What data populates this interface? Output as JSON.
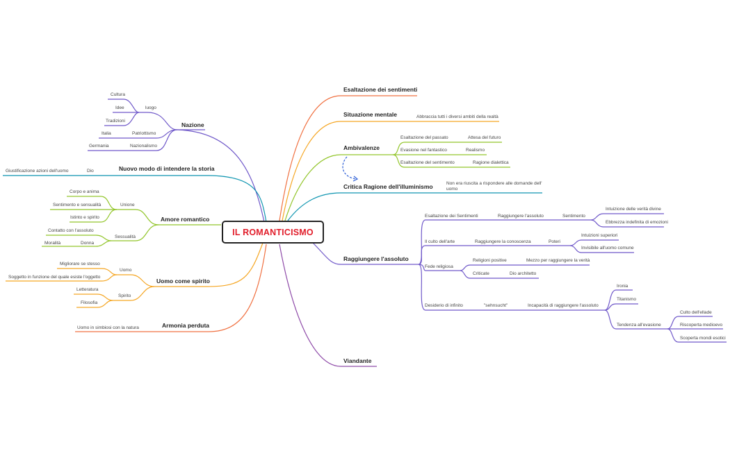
{
  "root": "IL ROMANTICISMO",
  "left": {
    "nazione": {
      "label": "Nazione",
      "luogo": "luogo",
      "cultura": "Cultura",
      "idee": "Idee",
      "tradizioni": "Tradizioni",
      "patriottismo": "Patriottismo",
      "italia": "Italia",
      "nazionalismo": "Nazionalismo",
      "germania": "Germania"
    },
    "storia": {
      "label": "Nuovo modo di intendere la storia",
      "dio": "Dio",
      "giustificazione": "Giustificazione azioni dell'uomo"
    },
    "amore": {
      "label": "Amore romantico",
      "unione": "Unione",
      "corpo": "Corpo e anima",
      "sentimento": "Sentimento e sensualità",
      "istinto": "Istinto e spirito",
      "sessualita": "Sessualità",
      "contatto": "Contatto con l'assoluto",
      "donna": "Donna",
      "moralita": "Moralità"
    },
    "uomo_spirito": {
      "label": "Uomo come spirito",
      "uomo": "Uomo",
      "migliorare": "Migliorare se stesso",
      "soggetto": "Soggetto in funzione del quale esiste l'oggetto",
      "spirito": "Spirito",
      "letteratura": "Letteratura",
      "filosofia": "Filosofia"
    },
    "armonia": {
      "label": "Armonia perduta",
      "simbiosi": "Uomo in simbiosi con la natura"
    }
  },
  "right": {
    "esaltazione": {
      "label": "Esaltazione dei sentimenti"
    },
    "situazione": {
      "label": "Situazione mentale",
      "abbraccia": "Abbraccia tutti i diversi ambiti della realtà"
    },
    "ambivalenze": {
      "label": "Ambivalenze",
      "passato": "Esaltazione del passato",
      "attesa": "Attesa del futuro",
      "evasione": "Evasione nel fantastico",
      "realismo": "Realismo",
      "esalt_sent": "Esaltazione del sentimento",
      "ragione_dial": "Ragione dialettica"
    },
    "critica": {
      "label": "Critica Ragione dell'illuminismo",
      "non_era": "Non era riuscita a rispondere alle domande dell' uomo"
    },
    "assoluto": {
      "label": "Raggiungere l'assoluto",
      "esalt": "Esaltazione dei Sentimenti",
      "ragg_ass": "Raggiungere l'assoluto",
      "sentimento": "Sentimento",
      "intuizione": "Intuizione delle verità divine",
      "ebbrezza": "Ebbrezza indefinita di emozioni",
      "culto_arte": "Il culto dell'arte",
      "ragg_con": "Raggiungere la conoscenza",
      "poteri": "Poteri",
      "intuizioni_sup": "Intuizioni superiori",
      "invisibile": "Invisibile all'uomo comune",
      "fede": "Fede religiosa",
      "religioni": "Religioni positive",
      "mezzo": "Mezzo per raggiungere la verità",
      "criticate": "Criticate",
      "dio_arch": "Dio architetto",
      "desiderio": "Desiderio di infinito",
      "sehn": "\"sehnsucht\"",
      "incapacita": "Incapacità di raggiungere l'assoluto",
      "ironia": "Ironia",
      "titanismo": "Titanismo",
      "tendenza": "Tendenza all'evasione",
      "culto_ellade": "Culto dell'ellade",
      "medioevo": "Riscoperta medioevo",
      "mondi": "Scoperta mondi esotici"
    },
    "viandante": {
      "label": "Viandante"
    }
  },
  "colors": {
    "purple": "#6f58c9",
    "teal": "#0e95b0",
    "lime": "#92c52a",
    "orange": "#f5a623",
    "red": "#f07040",
    "mauve": "#8e4aa8",
    "blue": "#2d5fd6",
    "root_text": "#e11d2a"
  }
}
